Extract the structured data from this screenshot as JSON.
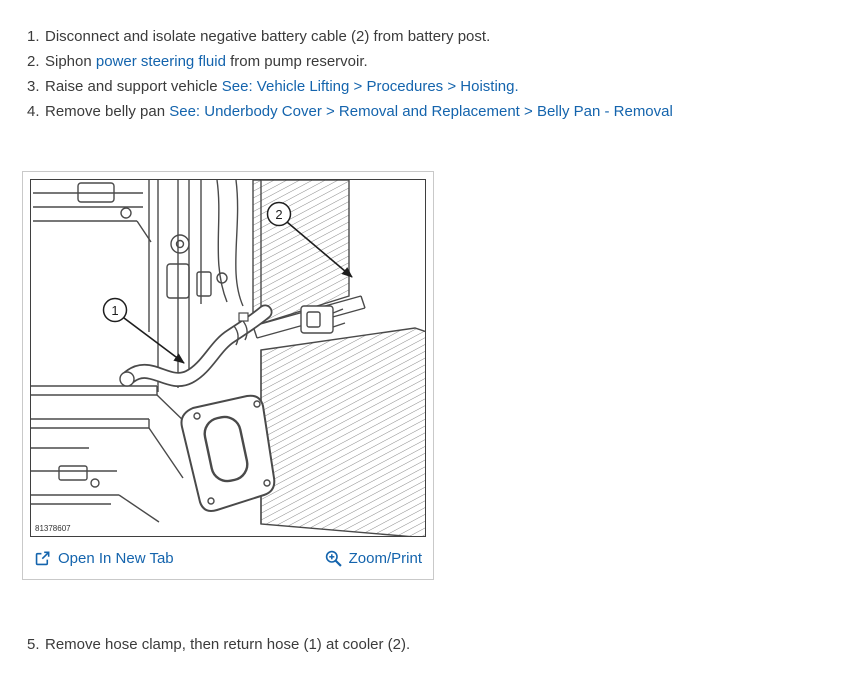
{
  "page": {
    "background": "#ffffff",
    "text_color": "#3b3b3b",
    "link_color": "#1464ad"
  },
  "steps": [
    {
      "number": "1.",
      "text": "Disconnect and isolate negative battery cable (2) from battery post."
    },
    {
      "number": "2.",
      "pre": "Siphon ",
      "link": "power steering fluid",
      "post": " from pump reservoir."
    },
    {
      "number": "3.",
      "pre": "Raise and support vehicle ",
      "link": "See: Vehicle Lifting > Procedures > Hoisting."
    },
    {
      "number": "4.",
      "pre": "Remove belly pan ",
      "link": "See: Underbody Cover > Removal and Replacement > Belly Pan - Removal"
    },
    {
      "number": "5.",
      "text": "Remove hose clamp, then return hose (1) at cooler (2)."
    }
  ],
  "figure": {
    "figure_number": "81378607",
    "callouts": {
      "hose": "1",
      "cooler": "2"
    },
    "actions": {
      "open_in_new_tab": "Open In New Tab",
      "zoom_print": "Zoom/Print"
    },
    "icons": {
      "open_in_new": "open-in-new-tab-icon",
      "zoom": "magnifier-plus-icon"
    }
  }
}
